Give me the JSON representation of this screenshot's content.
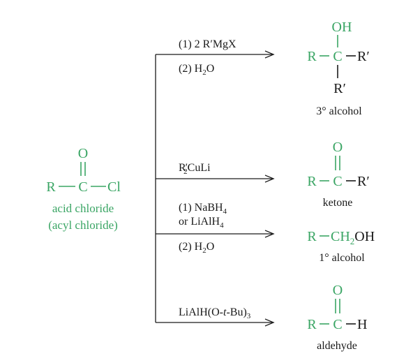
{
  "colors": {
    "accent": "#3aa564",
    "ink": "#1a1a1a"
  },
  "reactant": {
    "oxygen": "O",
    "r": "R",
    "carbon": "C",
    "cl": "Cl",
    "name": "acid chloride",
    "alt_name": "(acyl chloride)"
  },
  "reactions": [
    {
      "reagent_lines": [
        {
          "prefix": "(1) 2 R",
          "prime": "′",
          "rest": "MgX"
        },
        {
          "prefix": "(2) H",
          "sub": "2",
          "rest": "O"
        }
      ],
      "product": {
        "top": "OH",
        "left": "R",
        "center": "C",
        "right": "R′",
        "bottom": "R′",
        "label": "3° alcohol"
      }
    },
    {
      "reagent_lines": [
        {
          "prefix": "R",
          "prime": "′",
          "sub": "2",
          "rest": "CuLi"
        }
      ],
      "product": {
        "top": "O",
        "left": "R",
        "center": "C",
        "right": "R′",
        "label": "ketone"
      }
    },
    {
      "reagent_lines": [
        {
          "prefix": "(1) NaBH",
          "sub": "4"
        },
        {
          "prefix": "or LiAlH",
          "sub": "4"
        },
        {
          "prefix": "(2) H",
          "sub": "2",
          "rest": "O"
        }
      ],
      "product": {
        "left": "R",
        "ch2oh_a": "CH",
        "ch2oh_sub": "2",
        "ch2oh_b": "OH",
        "label": "1° alcohol"
      }
    },
    {
      "reagent_lines": [
        {
          "prefix": "LiAlH(O-",
          "italic": "t",
          "mid": "-Bu)",
          "sub": "3"
        }
      ],
      "product": {
        "top": "O",
        "left": "R",
        "center": "C",
        "right": "H",
        "label": "aldehyde"
      }
    }
  ]
}
